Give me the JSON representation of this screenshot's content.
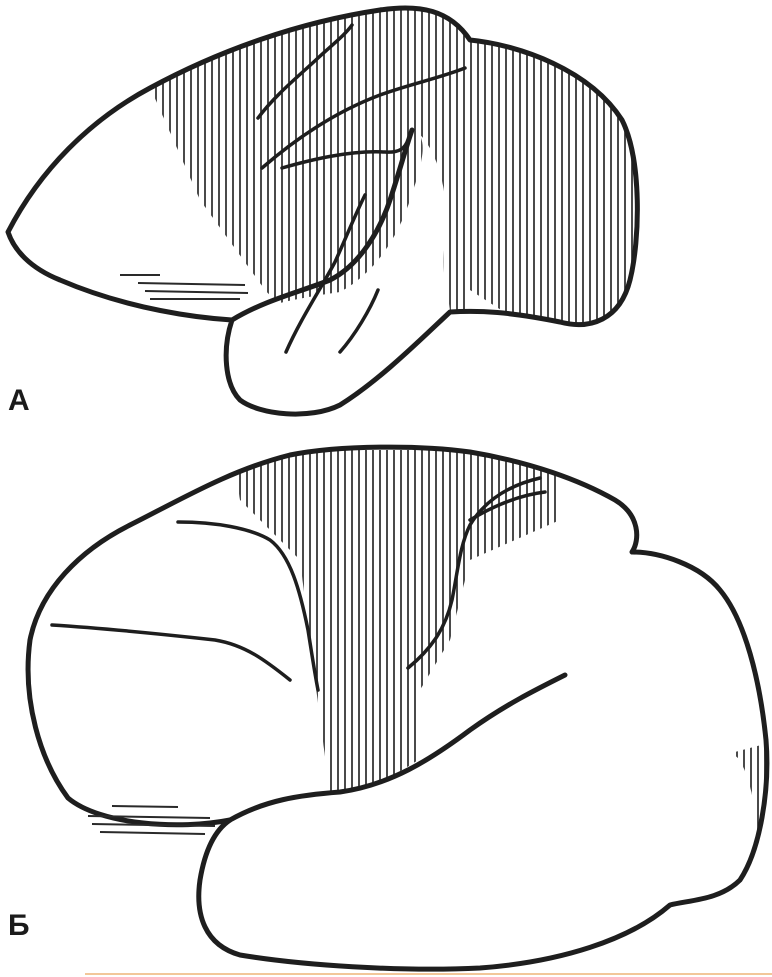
{
  "figure": {
    "panels": [
      {
        "id": "A",
        "label": "А"
      },
      {
        "id": "B",
        "label": "Б"
      }
    ]
  },
  "colors": {
    "ink": "#1e1e1e",
    "background": "#ffffff",
    "rule": "#f2c79a"
  }
}
